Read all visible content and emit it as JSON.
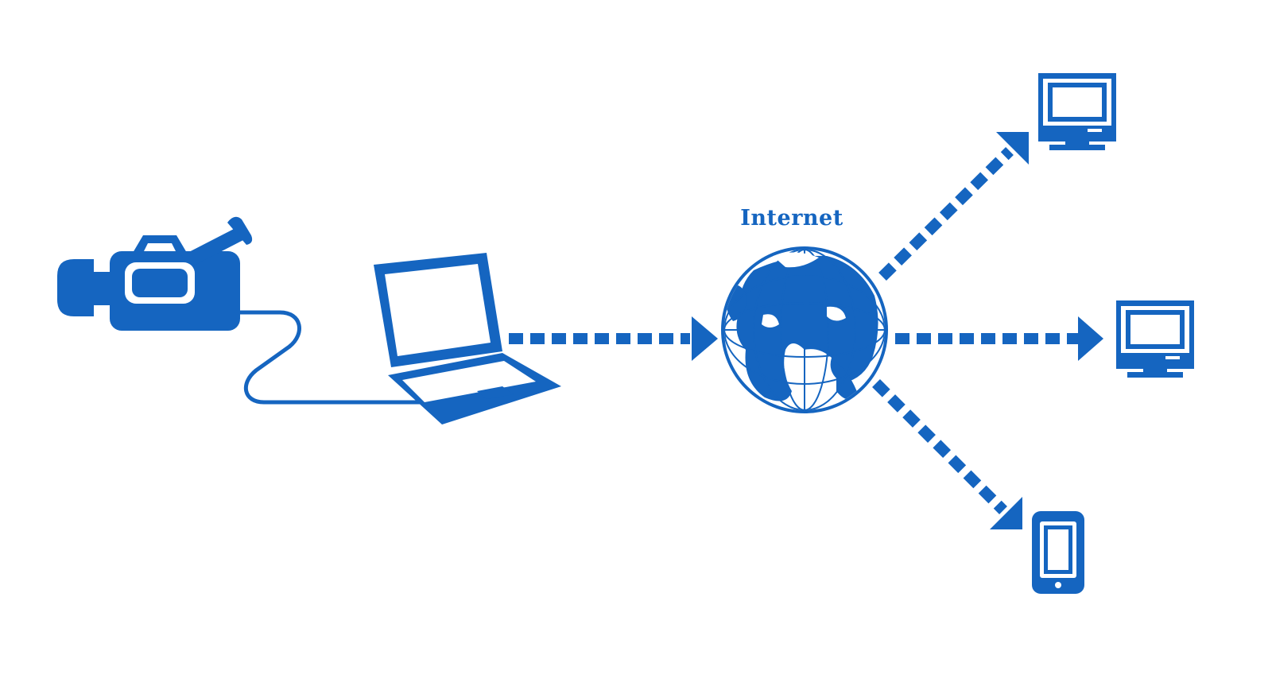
{
  "diagram": {
    "accent_color": "#1565C0",
    "background_color": "#FFFFFF",
    "globe_label": "Internet",
    "nodes": [
      {
        "id": "video-camera",
        "icon": "video-camera-icon"
      },
      {
        "id": "laptop",
        "icon": "laptop-icon"
      },
      {
        "id": "internet",
        "icon": "globe-icon"
      },
      {
        "id": "monitor-top",
        "icon": "monitor-icon"
      },
      {
        "id": "monitor-middle",
        "icon": "monitor-icon"
      },
      {
        "id": "smartphone",
        "icon": "smartphone-icon"
      }
    ],
    "edges": [
      {
        "from": "video-camera",
        "to": "laptop",
        "style": "cable"
      },
      {
        "from": "laptop",
        "to": "internet",
        "style": "dashed-arrow"
      },
      {
        "from": "internet",
        "to": "monitor-top",
        "style": "dashed-arrow"
      },
      {
        "from": "internet",
        "to": "monitor-middle",
        "style": "dashed-arrow"
      },
      {
        "from": "internet",
        "to": "smartphone",
        "style": "dashed-arrow"
      }
    ]
  }
}
